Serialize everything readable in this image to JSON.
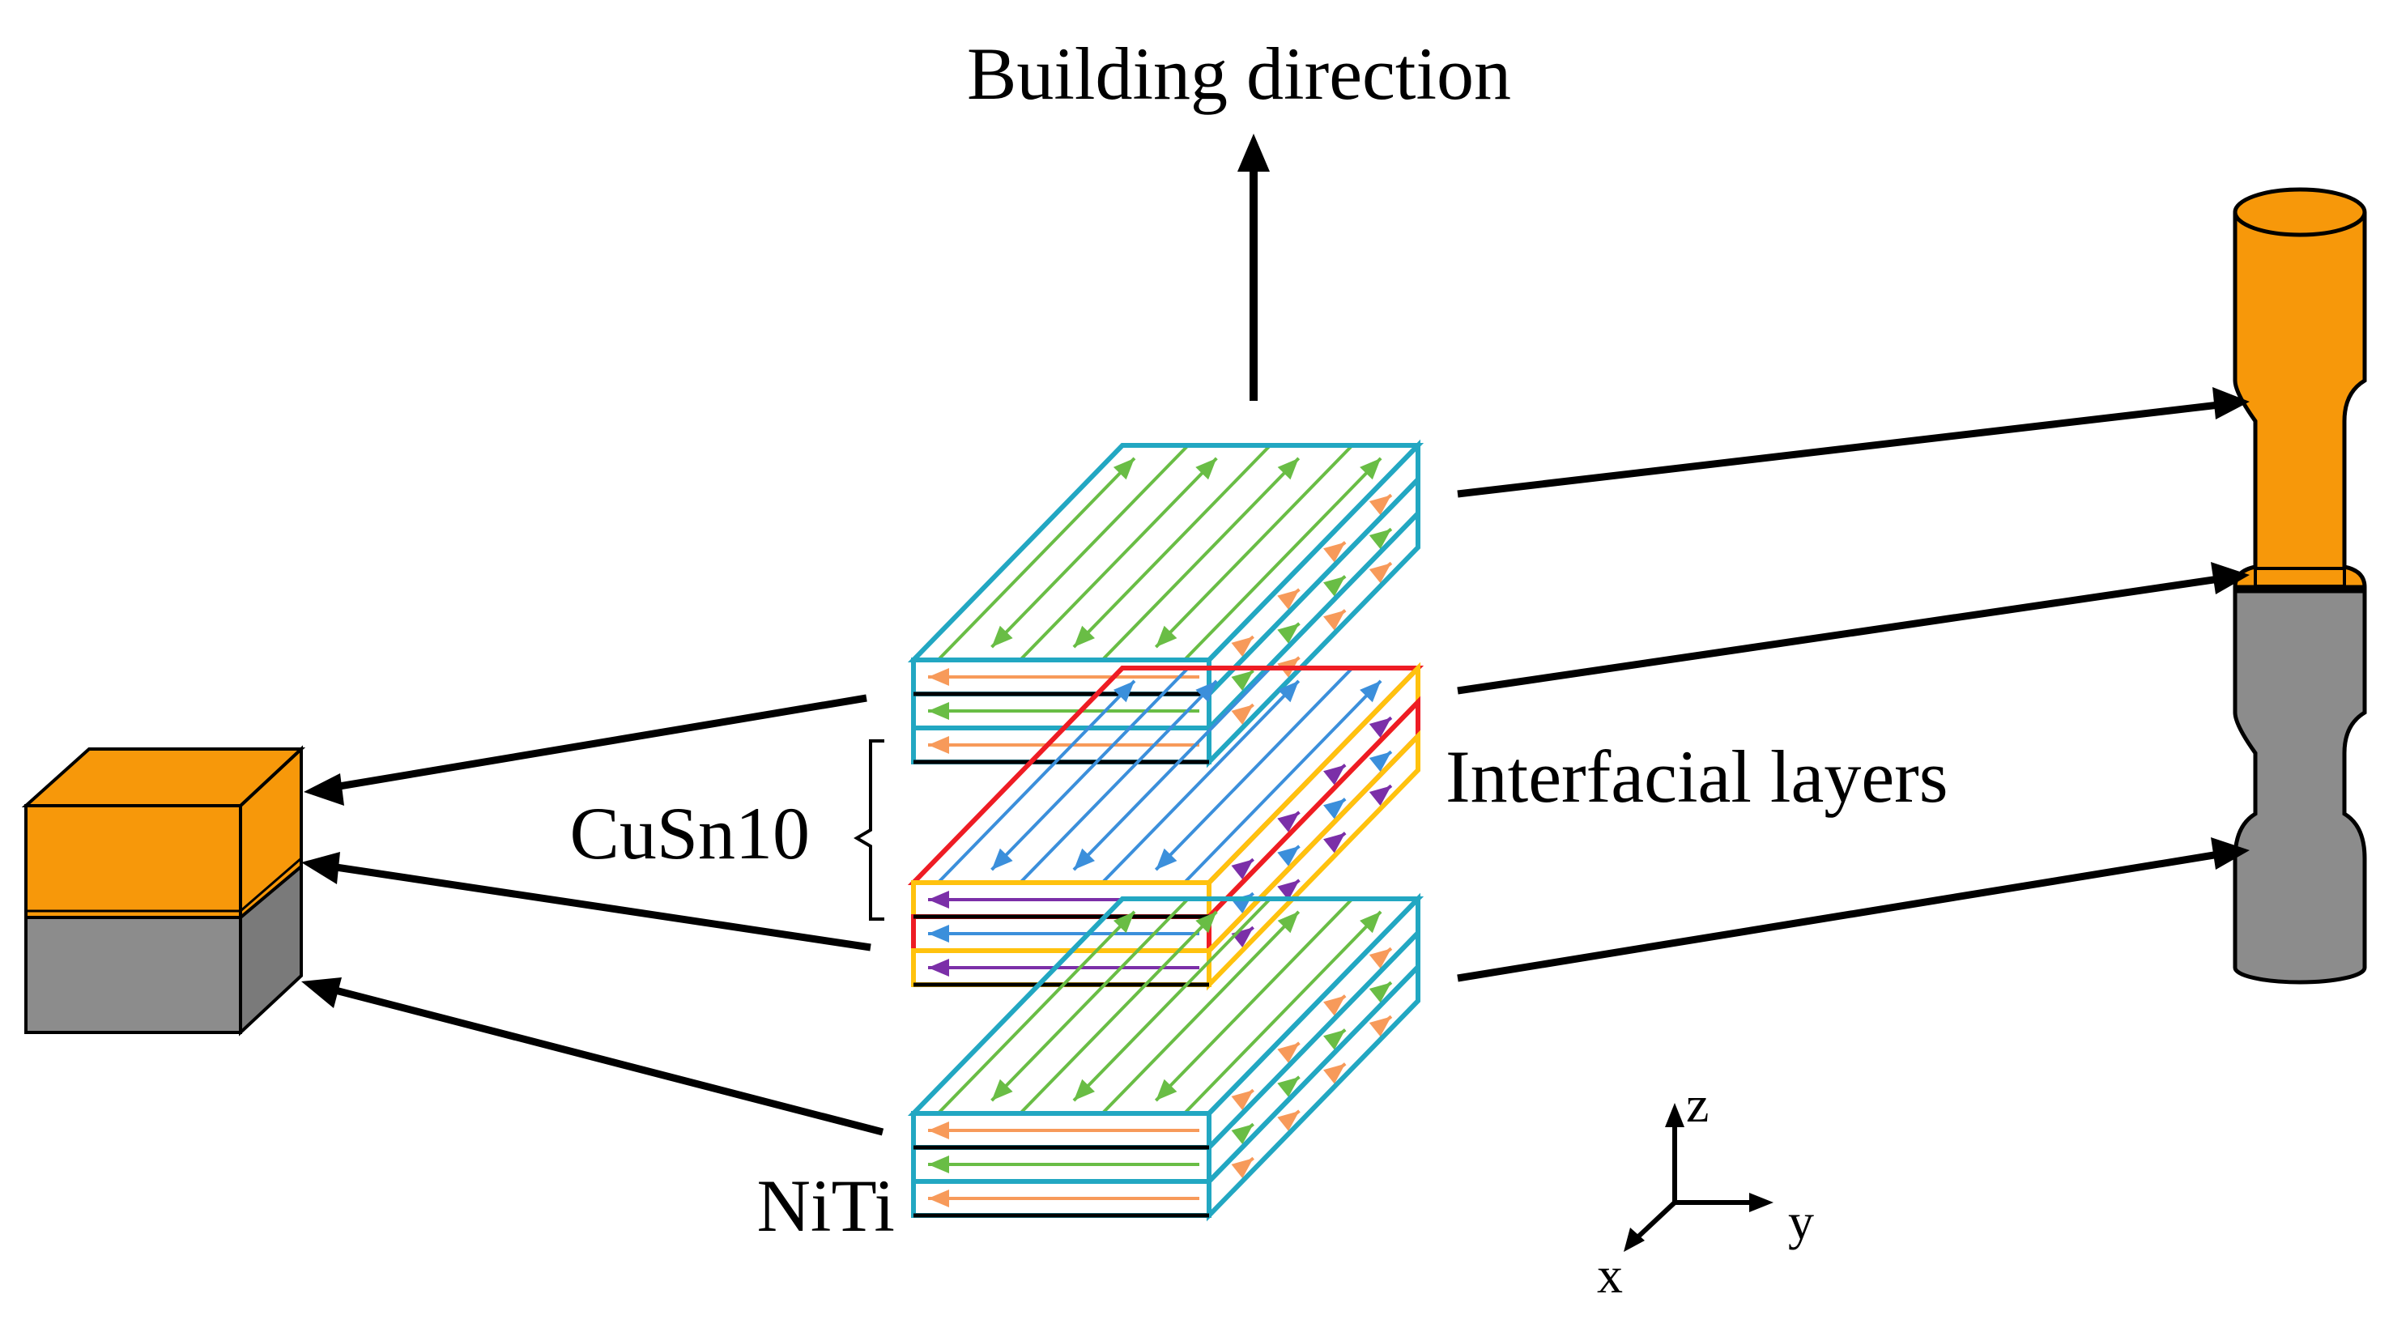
{
  "labels": {
    "building_direction": "Building direction",
    "interfacial_layers": "Interfacial layers",
    "cusn10": "CuSn10",
    "niti": "NiTi"
  },
  "axes": {
    "z": "z",
    "y": "y",
    "x": "x"
  },
  "colors": {
    "copper_orange": "#F7980A",
    "niti_gray": "#8C8C8C",
    "cusn10_frame": "#22A7C2",
    "interface_frame_red": "#EE1C24",
    "interface_frame_yellow": "#FFC20E",
    "scan_green": "#69BD45",
    "scan_orange": "#F79A5A",
    "scan_blue": "#3B8FDB",
    "scan_purple": "#7B2FA8",
    "outline": "#000000"
  },
  "components": [
    "bimetallic-cube-specimen",
    "layer-stack-top-cusn10",
    "layer-stack-interfacial",
    "layer-stack-bottom-niti",
    "tensile-specimen"
  ]
}
